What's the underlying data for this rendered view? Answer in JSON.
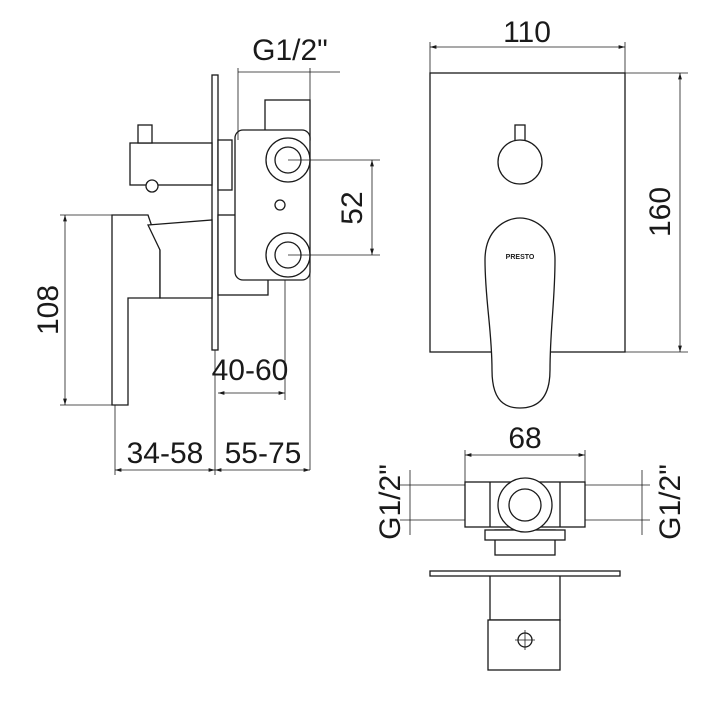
{
  "title": "Concealed shower mixer technical drawing",
  "logo_text": "PRESTO",
  "dimensions": {
    "side_thread": "G1/2\"",
    "side_height": "108",
    "side_spacing": "52",
    "side_depth_mid": "40-60",
    "side_depth_front": "34-58",
    "side_depth_back": "55-75",
    "front_width": "110",
    "front_height": "160",
    "bottom_width": "68",
    "bottom_thread_left": "G1/2\"",
    "bottom_thread_right": "G1/2\""
  }
}
